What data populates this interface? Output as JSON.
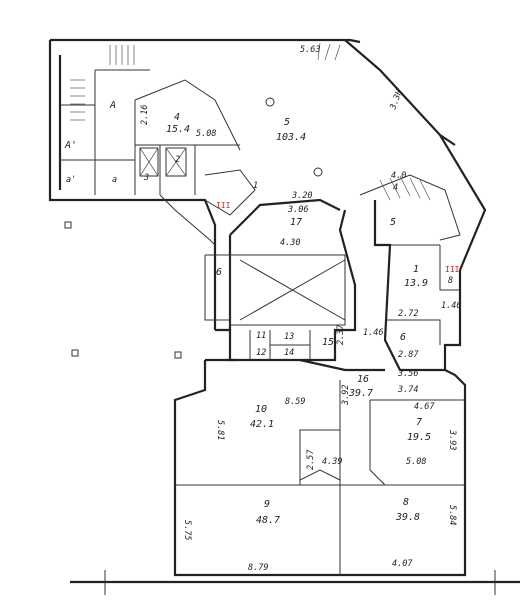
{
  "plan": {
    "rooms": [
      {
        "num": "5",
        "area": "103.4"
      },
      {
        "num": "4",
        "area": "15.4"
      },
      {
        "num": "17",
        "area": ""
      },
      {
        "num": "1",
        "area": "13.9"
      },
      {
        "num": "10",
        "area": "42.1"
      },
      {
        "num": "16",
        "area": "39.7"
      },
      {
        "num": "7",
        "area": "19.5"
      },
      {
        "num": "9",
        "area": "48.7"
      },
      {
        "num": "8",
        "area": "39.8"
      }
    ],
    "small_labels": [
      "А",
      "А'",
      "а'",
      "а",
      "3",
      "2",
      "1",
      "6",
      "15",
      "13",
      "14",
      "4",
      "5",
      "6",
      "8",
      "11",
      "12"
    ],
    "red_marks": [
      "III",
      "III"
    ],
    "dimensions": [
      "5.63",
      "3.3Н",
      "2.16",
      "5.08",
      "3.20",
      "3.06",
      "4.30",
      "2.72",
      "1.46",
      "2.87",
      "3.56",
      "3.74",
      "4.67",
      "2.37",
      "1.46",
      "3.92",
      "5.81",
      "8.59",
      "2.57",
      "4.39",
      "5.08",
      "3.93",
      "5.75",
      "8.79",
      "5.84",
      "4.07",
      "4.0"
    ]
  }
}
